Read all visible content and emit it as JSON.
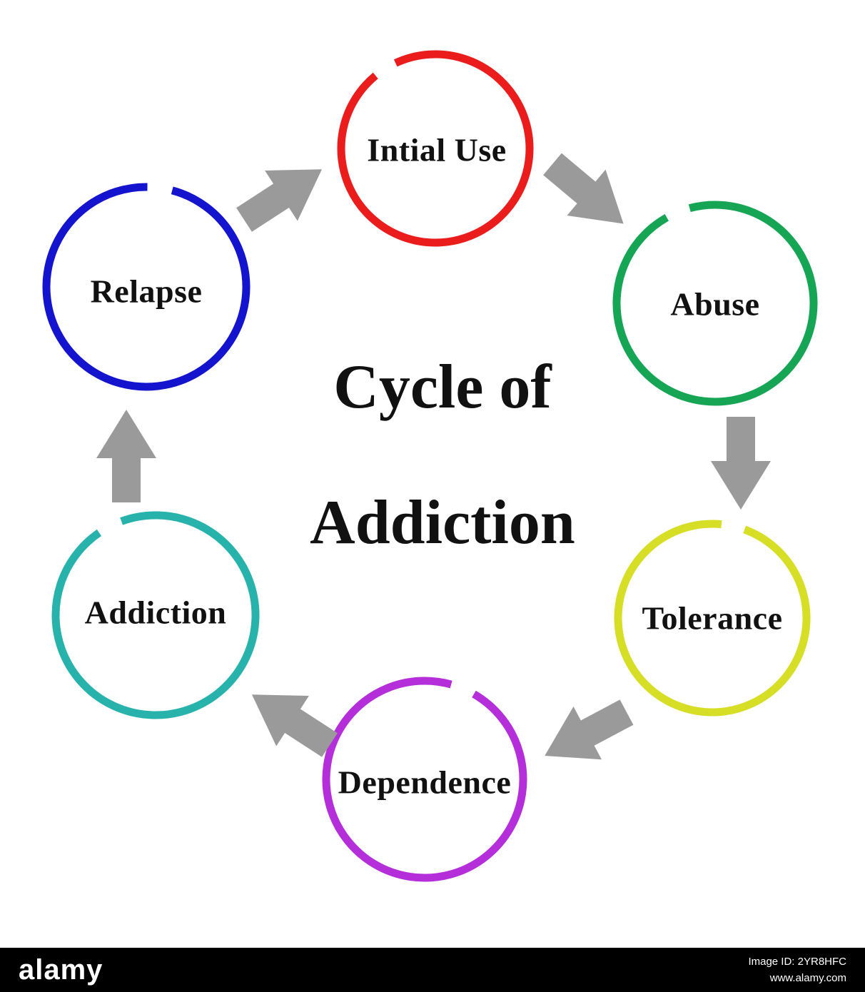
{
  "title": {
    "line1": "Cycle of",
    "line2": "Addiction"
  },
  "nodes": [
    {
      "label": "Intial Use",
      "color": "#ea1c1c"
    },
    {
      "label": "Abuse",
      "color": "#15a554"
    },
    {
      "label": "Tolerance",
      "color": "#d6de26"
    },
    {
      "label": "Dependence",
      "color": "#b42fd9"
    },
    {
      "label": "Addiction",
      "color": "#27b3ab"
    },
    {
      "label": "Relapse",
      "color": "#1414cf"
    }
  ],
  "arrow": {
    "color": "#9a9a9a"
  },
  "watermark": {
    "brand": "alamy",
    "image_id": "Image ID: 2YR8HFC",
    "url": "www.alamy.com"
  }
}
